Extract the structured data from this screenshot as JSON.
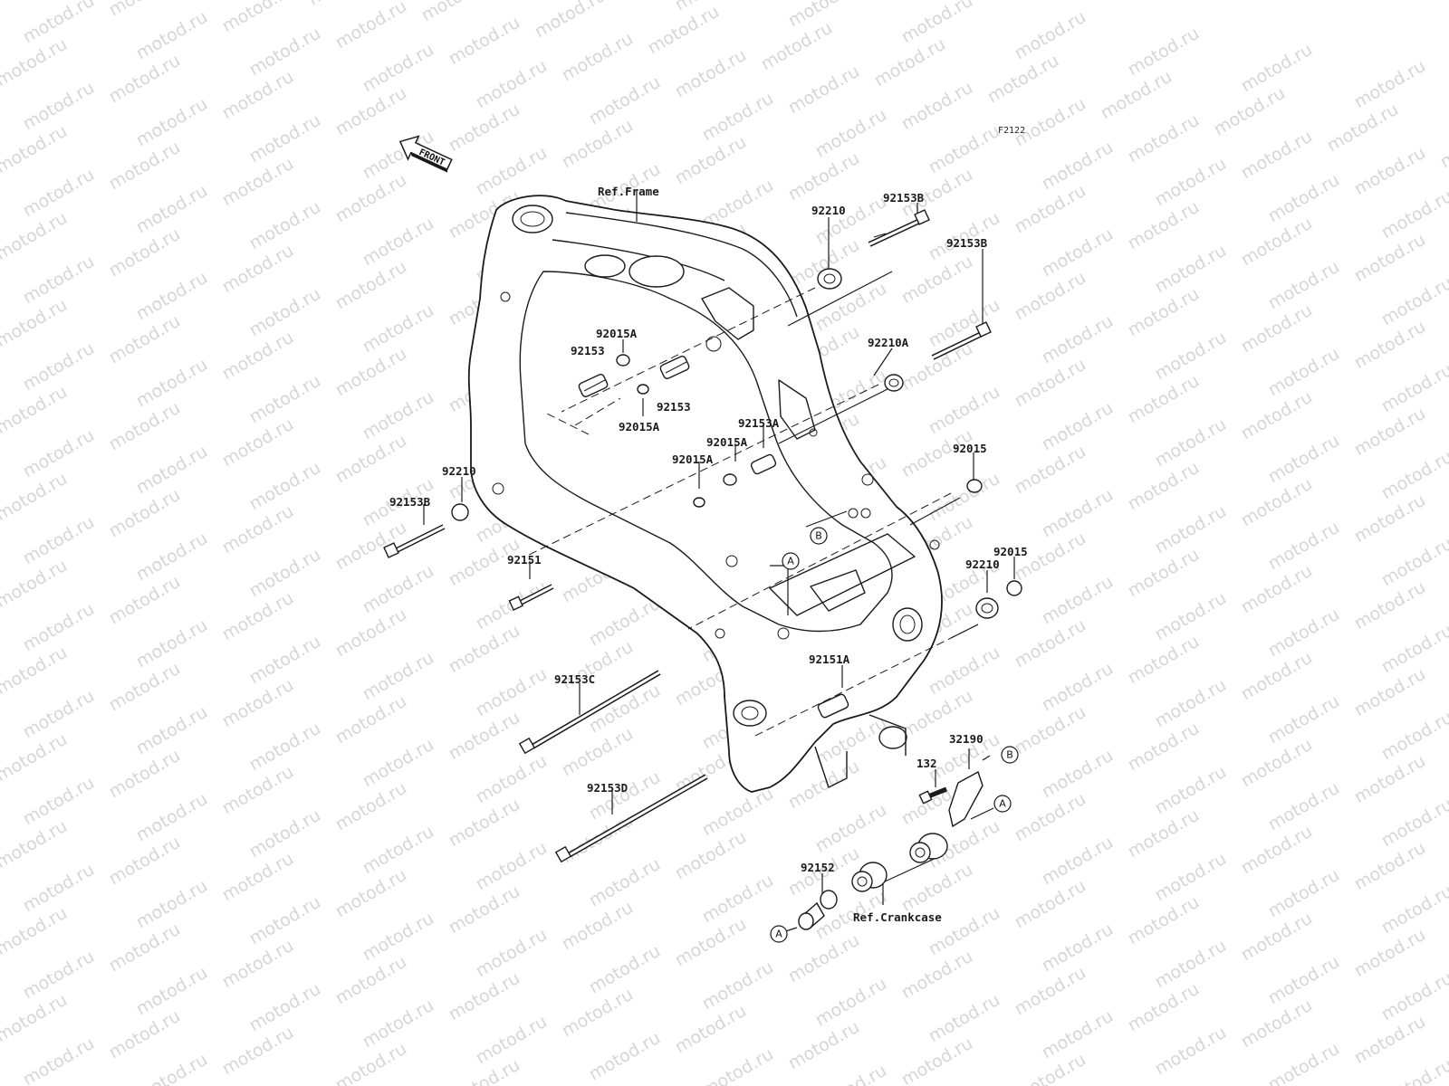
{
  "diagram_code": "F2122",
  "front_arrow_label": "FRONT",
  "watermark": "motod.ru",
  "references": {
    "frame": "Ref.Frame",
    "crankcase": "Ref.Crankcase"
  },
  "part_labels": {
    "p92153B_top": "92153B",
    "p92210_top": "92210",
    "p92153B_mid": "92153B",
    "p92210A": "92210A",
    "p92015A_a": "92015A",
    "p92153_a": "92153",
    "p92153_b": "92153",
    "p92015A_b": "92015A",
    "p92153A": "92153A",
    "p92015A_c": "92015A",
    "p92015A_d": "92015A",
    "p92015_a": "92015",
    "p92015_b": "92015",
    "p92210_right": "92210",
    "p92210_left": "92210",
    "p92153B_left": "92153B",
    "p92151": "92151",
    "p92151A": "92151A",
    "p92153C": "92153C",
    "p92153D": "92153D",
    "p32190": "32190",
    "p132": "132",
    "p92152": "92152"
  },
  "callouts": {
    "a1": "A",
    "a2": "A",
    "a3": "A",
    "b1": "B",
    "b2": "B"
  }
}
